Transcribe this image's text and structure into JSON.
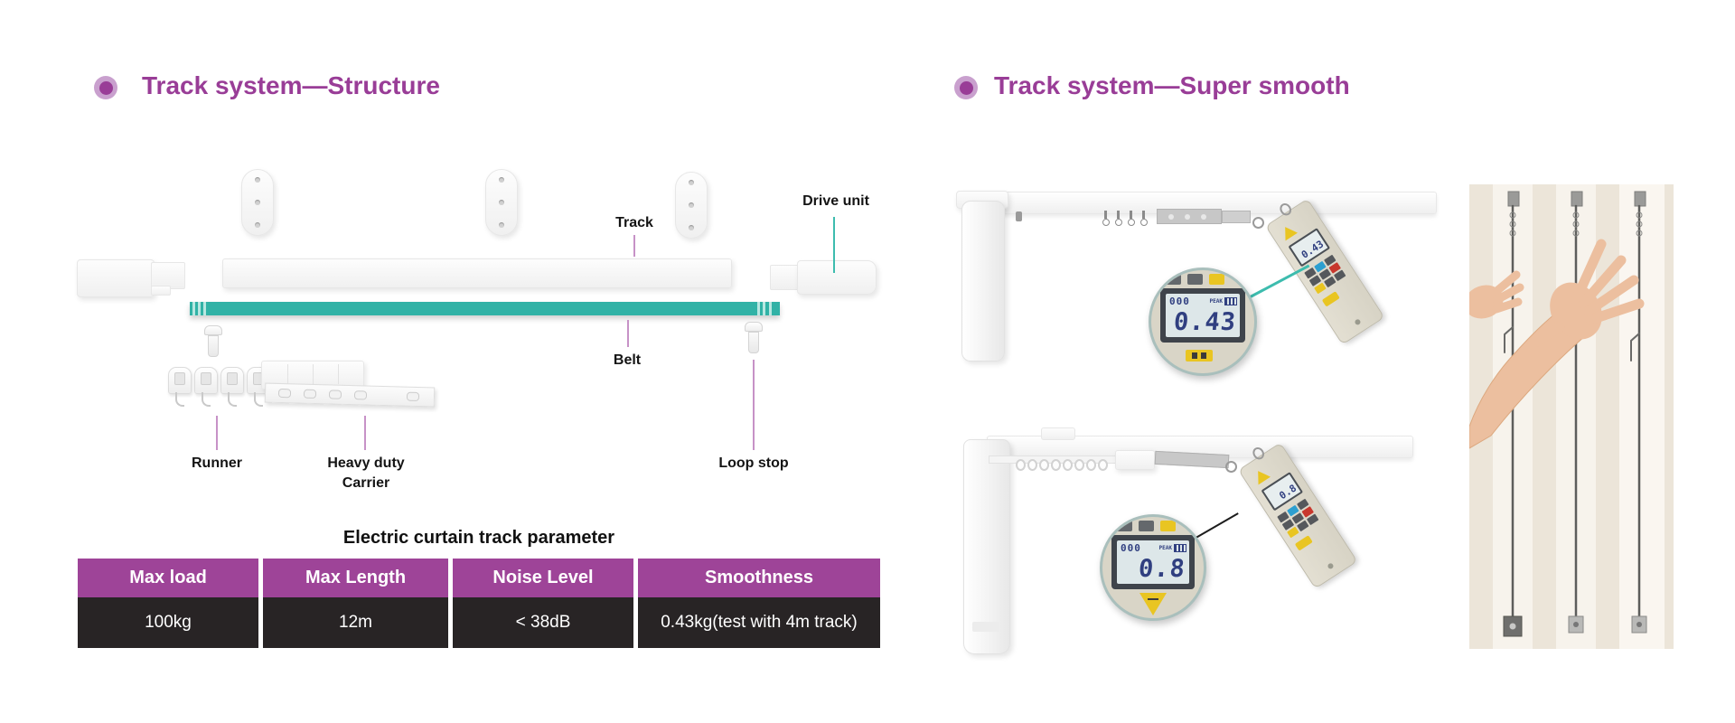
{
  "left_section": {
    "title": "Track system—Structure",
    "labels": {
      "track": "Track",
      "drive_unit": "Drive unit",
      "belt": "Belt",
      "runner": "Runner",
      "carrier_line1": "Heavy duty",
      "carrier_line2": "Carrier",
      "loop_stop": "Loop stop"
    },
    "table": {
      "title": "Electric curtain track parameter",
      "columns": [
        "Max load",
        "Max Length",
        "Noise Level",
        "Smoothness"
      ],
      "rows": [
        [
          "100kg",
          "12m",
          "< 38dB",
          "0.43kg(test with 4m track)"
        ]
      ]
    }
  },
  "right_section": {
    "title": "Track system—Super smooth",
    "gauge_top": {
      "lcd_counter": "000",
      "lcd_mode": "PEAK",
      "reading": "0.43"
    },
    "gauge_bottom": {
      "lcd_counter": "000",
      "lcd_mode": "PEAK",
      "reading": "0.8"
    }
  },
  "icons": {
    "bullet": "filled-circle",
    "battery": "battery-level-bars",
    "warning": "yellow-triangle"
  },
  "colors": {
    "title_purple": "#993d97",
    "bullet_ring": "#c9a0ce",
    "table_header_bg": "#9e4498",
    "table_row_bg": "#282425",
    "belt_teal": "#31b2a6",
    "pointer_purple": "#c792c7",
    "pointer_teal": "#3dbcae",
    "lcd_digits": "#303f80",
    "gauge_body": "#d9d5c7",
    "warning_yellow": "#e9c522",
    "photo_skin": "#ecbf9f"
  }
}
